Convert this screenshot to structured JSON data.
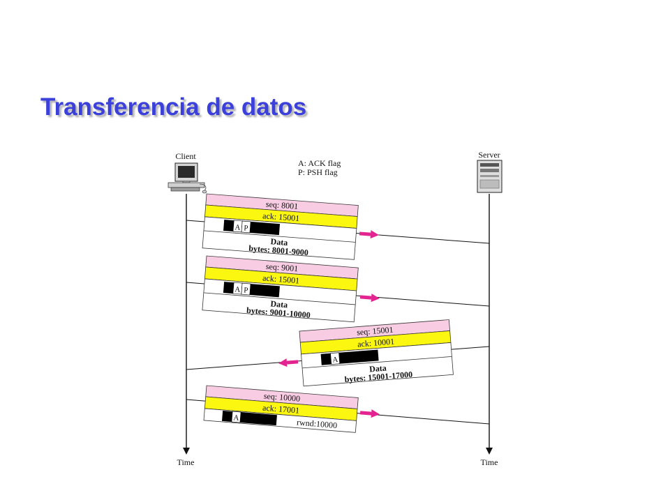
{
  "slide": {
    "title": "Transferencia de datos"
  },
  "colors": {
    "title": "#3a40d9",
    "seq_band": "#f8cde3",
    "ack_band": "#fbf711",
    "arrow": "#e3238f"
  },
  "diagram": {
    "client_label": "Client",
    "server_label": "Server",
    "time_label_client": "Time",
    "time_label_server": "Time",
    "legend": [
      "A: ACK flag",
      "P: PSH flag"
    ],
    "segments": [
      {
        "direction": "client-to-server",
        "seq": "seq: 8001",
        "ack": "ack: 15001",
        "flags": [
          "A",
          "P"
        ],
        "data_title": "Data",
        "data_bytes": "bytes: 8001-9000"
      },
      {
        "direction": "client-to-server",
        "seq": "seq: 9001",
        "ack": "ack: 15001",
        "flags": [
          "A",
          "P"
        ],
        "data_title": "Data",
        "data_bytes": "bytes: 9001-10000"
      },
      {
        "direction": "server-to-client",
        "seq": "seq: 15001",
        "ack": "ack: 10001",
        "flags": [
          "A"
        ],
        "data_title": "Data",
        "data_bytes": "bytes: 15001-17000"
      },
      {
        "direction": "client-to-server",
        "seq": "seq: 10000",
        "ack": "ack: 17001",
        "flags": [
          "A"
        ],
        "window": "rwnd:10000"
      }
    ]
  }
}
